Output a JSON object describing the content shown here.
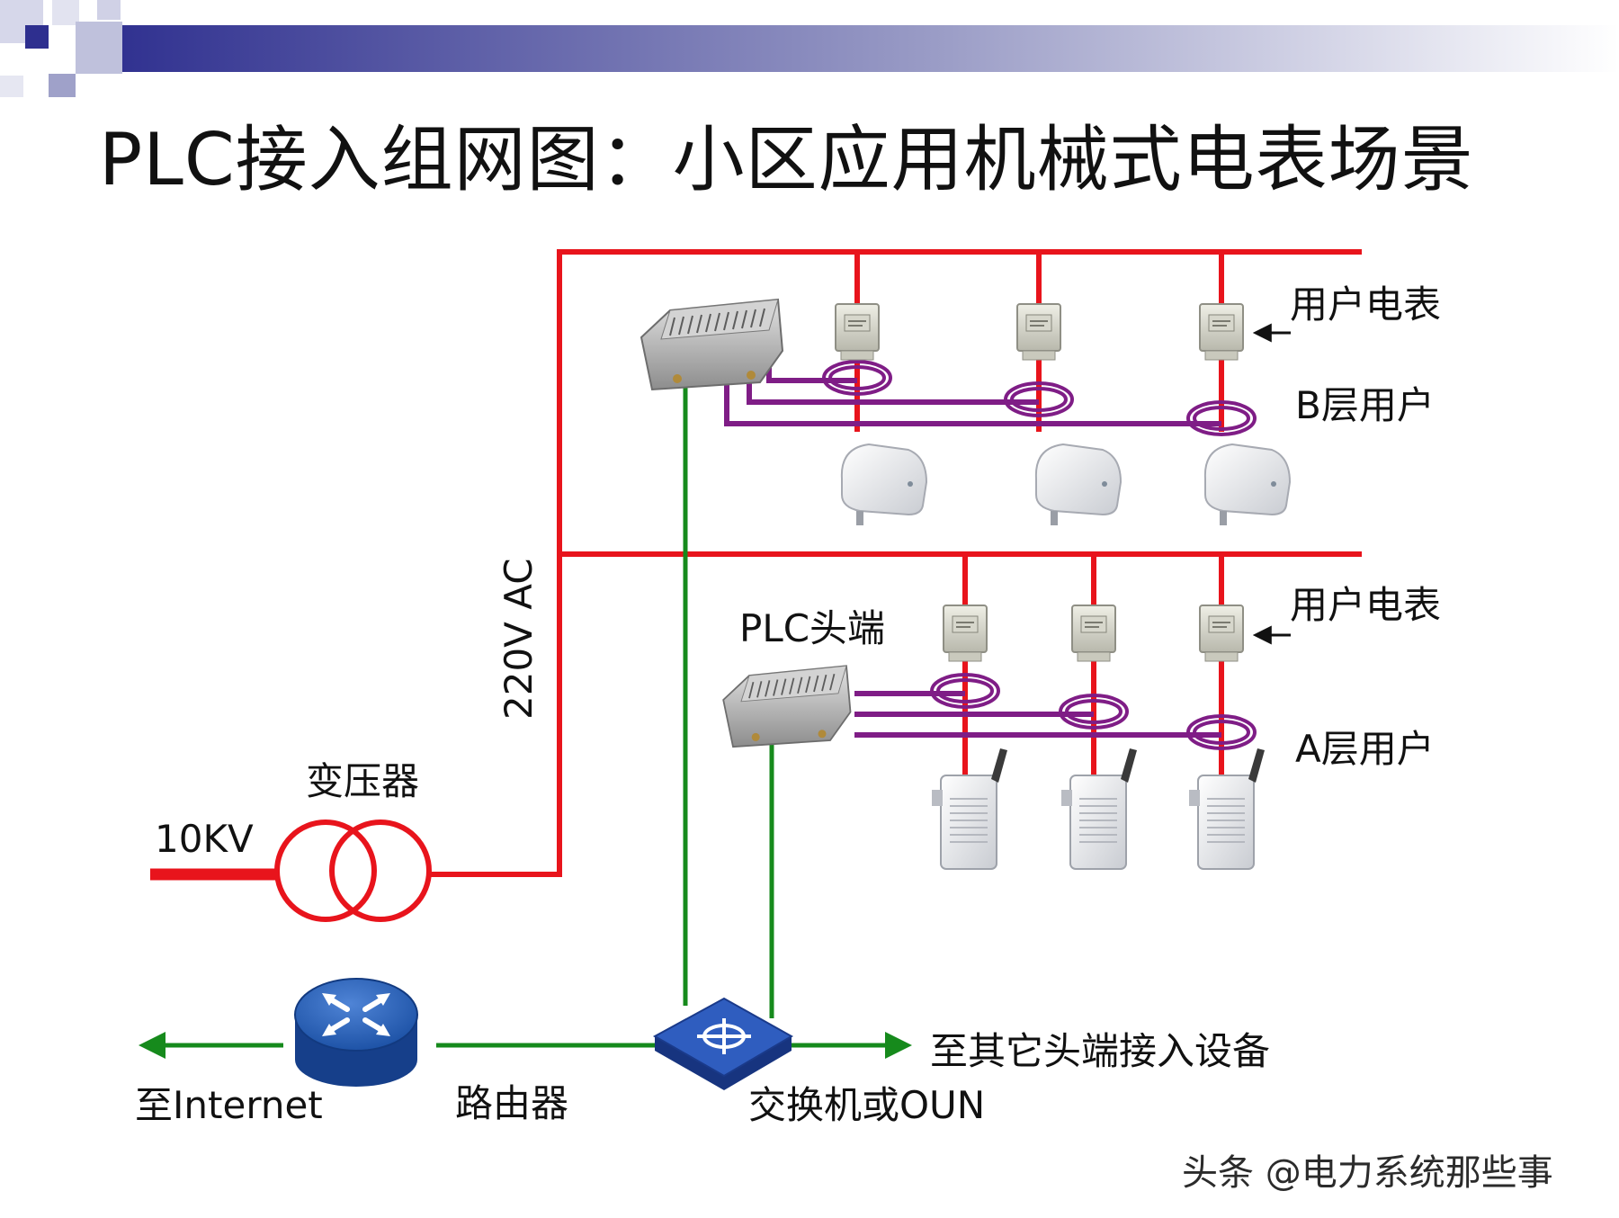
{
  "title": "PLC接入组网图：小区应用机械式电表场景",
  "labels": {
    "meter_b": "用户电表",
    "floor_b": "B层用户",
    "plc_head": "PLC头端",
    "meter_a": "用户电表",
    "floor_a": "A层用户",
    "voltage": "220V AC",
    "transformer": "变压器",
    "kv": "10KV",
    "internet": "至Internet",
    "router": "路由器",
    "switch": "交换机或OUN",
    "other_heads": "至其它头端接入设备"
  },
  "watermark": "头条 @电力系统那些事",
  "colors": {
    "power": "#e8141c",
    "signal": "#7f1d86",
    "data": "#168a1c",
    "title_bar": "#2e2f8f",
    "router": "#1d57b0",
    "switch": "#1d3fa0"
  },
  "icons": [
    "plc-head-unit-icon",
    "electric-meter-icon",
    "plc-adapter-icon",
    "wifi-adapter-icon",
    "transformer-icon",
    "router-icon",
    "switch-icon"
  ]
}
